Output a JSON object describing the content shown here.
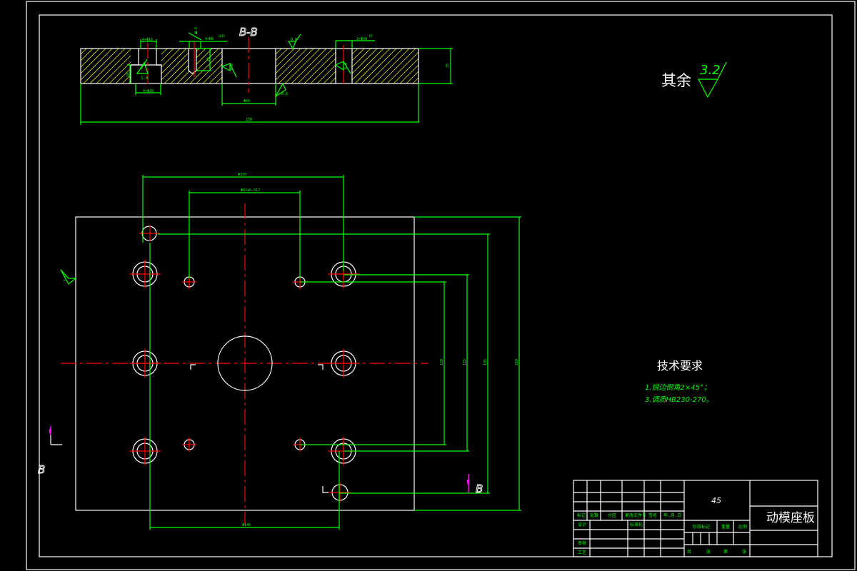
{
  "drawing": {
    "title": "动模座板",
    "material": "45",
    "section_label": "B-B",
    "cut_marker_label": "B",
    "surface_finish": {
      "general_note_prefix": "其余",
      "general_value": "3.2",
      "section_values": [
        "1.6",
        "0.8",
        "0.8",
        "0.8",
        "0.8",
        "0.8"
      ],
      "plan_side_value": "1.6"
    },
    "section_dimensions": {
      "counterbore_top": "4×Φ16",
      "counterbore_bottom": "4×Φ28",
      "counterbore_depth": "10",
      "tapped_hole": "4×M8",
      "tapped_hole_depth_note": "深16",
      "tapped_depth": "16",
      "center_hole": "Φ60",
      "right_hole": "2×Φ30",
      "right_hole_note": "H7",
      "overall_length": "250",
      "thickness": "35"
    },
    "plan_dimensions": {
      "top_outer": "Φ370",
      "top_inner": "Φ82±0.017",
      "bottom": "Φ146",
      "right_1": "120",
      "right_2": "135",
      "right_3": "185",
      "right_4": "210"
    },
    "tech_requirements": {
      "heading": "技术要求",
      "items": [
        "1.锐边倒角2×45°；",
        "3.调质HB230-270。"
      ]
    },
    "title_block": {
      "row_labels_left": [
        "标记",
        "处数",
        "分区",
        "更改文件号",
        "签名",
        "年.月.日"
      ],
      "designer": "设计",
      "standardization": "标准化",
      "reviewer": "审核",
      "process": "工艺",
      "stage_label": "阶段标记",
      "weight_label": "重量",
      "scale_label": "比例",
      "sheets": [
        "共",
        "张",
        "第",
        "张"
      ]
    }
  }
}
